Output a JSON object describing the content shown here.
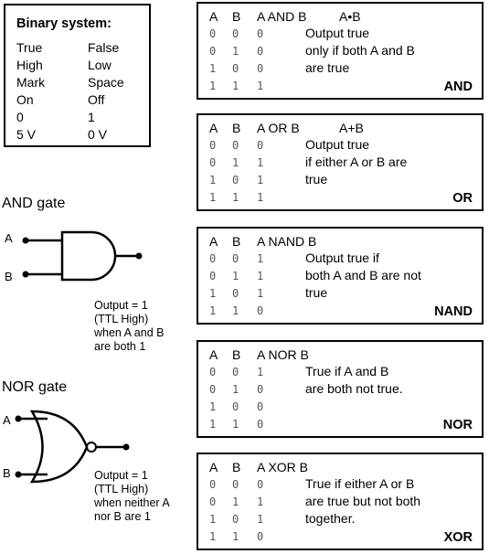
{
  "binary_system": {
    "title": "Binary system:",
    "rows": [
      {
        "a": "True",
        "b": "False"
      },
      {
        "a": "High",
        "b": "Low"
      },
      {
        "a": "Mark",
        "b": "Space"
      },
      {
        "a": "On",
        "b": "Off"
      },
      {
        "a": "0",
        "b": "1"
      },
      {
        "a": "5 V",
        "b": "0 V"
      }
    ]
  },
  "and_gate": {
    "label": "AND gate",
    "input_a": "A",
    "input_b": "B",
    "output_lines": [
      "Output = 1",
      "(TTL High)",
      "when A and B",
      "are both 1"
    ]
  },
  "nor_gate": {
    "label": "NOR gate",
    "input_a": "A",
    "input_b": "B",
    "output_lines": [
      "Output = 1",
      "(TTL High)",
      "when neither A",
      "nor B are 1"
    ]
  },
  "tables": [
    {
      "name": "AND",
      "header": {
        "a": "A",
        "b": "B",
        "op": "A AND B",
        "expr": "A•B"
      },
      "rows": [
        [
          "0",
          "0",
          "0"
        ],
        [
          "0",
          "1",
          "0"
        ],
        [
          "1",
          "0",
          "0"
        ],
        [
          "1",
          "1",
          "1"
        ]
      ],
      "description": [
        "Output true",
        "only if both A and B",
        "are true"
      ]
    },
    {
      "name": "OR",
      "header": {
        "a": "A",
        "b": "B",
        "op": "A OR B",
        "expr": "A+B"
      },
      "rows": [
        [
          "0",
          "0",
          "0"
        ],
        [
          "0",
          "1",
          "1"
        ],
        [
          "1",
          "0",
          "1"
        ],
        [
          "1",
          "1",
          "1"
        ]
      ],
      "description": [
        "Output true",
        "if either A or B are",
        "true"
      ]
    },
    {
      "name": "NAND",
      "header": {
        "a": "A",
        "b": "B",
        "op": "A NAND B",
        "expr": ""
      },
      "rows": [
        [
          "0",
          "0",
          "1"
        ],
        [
          "0",
          "1",
          "1"
        ],
        [
          "1",
          "0",
          "1"
        ],
        [
          "1",
          "1",
          "0"
        ]
      ],
      "description": [
        "Output true if",
        "both A and B are not",
        "true"
      ]
    },
    {
      "name": "NOR",
      "header": {
        "a": "A",
        "b": "B",
        "op": "A NOR B",
        "expr": ""
      },
      "rows": [
        [
          "0",
          "0",
          "1"
        ],
        [
          "0",
          "1",
          "0"
        ],
        [
          "1",
          "0",
          "0"
        ],
        [
          "1",
          "1",
          "0"
        ]
      ],
      "description": [
        "True if A and B",
        "are both not true.",
        ""
      ]
    },
    {
      "name": "XOR",
      "header": {
        "a": "A",
        "b": "B",
        "op": "A XOR B",
        "expr": ""
      },
      "rows": [
        [
          "0",
          "0",
          "0"
        ],
        [
          "0",
          "1",
          "1"
        ],
        [
          "1",
          "0",
          "1"
        ],
        [
          "1",
          "1",
          "0"
        ]
      ],
      "description": [
        "True if either A or B",
        "are true but not both",
        "together."
      ]
    }
  ]
}
